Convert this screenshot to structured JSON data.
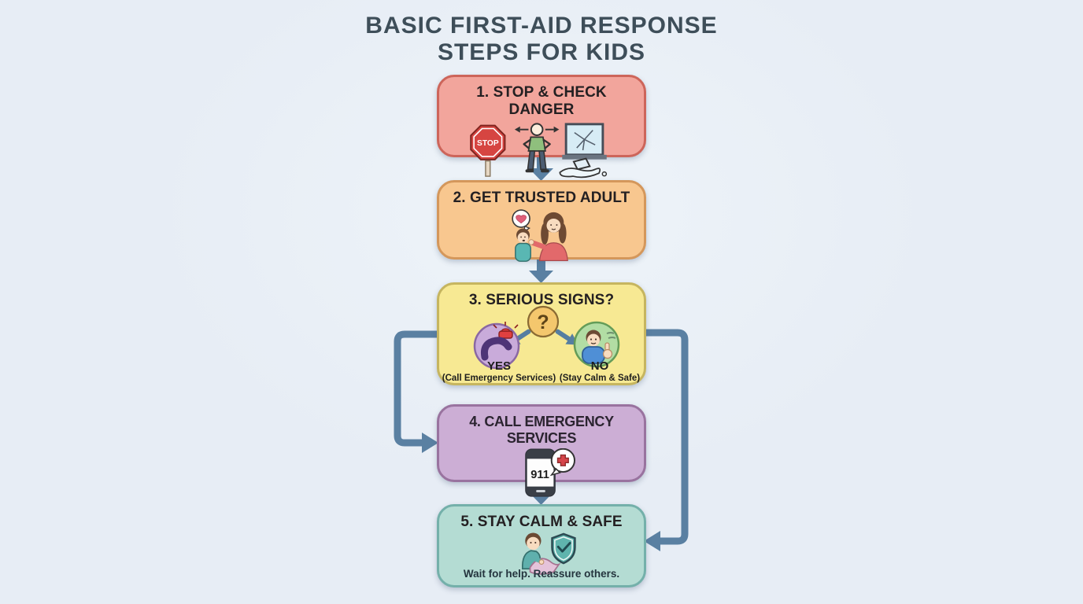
{
  "title": {
    "line1": "BASIC FIRST-AID RESPONSE",
    "line2": "STEPS FOR KIDS"
  },
  "steps": [
    {
      "label": "1. STOP & CHECK DANGER",
      "stop_sign_text": "STOP"
    },
    {
      "label": "2. GET TRUSTED ADULT"
    },
    {
      "label": "3. SERIOUS SIGNS?",
      "question_mark": "?",
      "yes": {
        "label": "YES",
        "sublabel": "(Call Emergency Services)"
      },
      "no": {
        "label": "NO",
        "sublabel": "(Stay Calm & Safe)"
      }
    },
    {
      "label": "4. CALL EMERGENCY SERVICES",
      "phone_screen_text": "911"
    },
    {
      "label": "5. STAY CALM & SAFE",
      "note": "Wait for help. Reassure others."
    }
  ],
  "colors": {
    "background": "#e9eff6",
    "title_text": "#3e4e59",
    "connector": "#5a80a2",
    "step1": {
      "fill": "#f2a59c",
      "border": "#cd655a"
    },
    "step2": {
      "fill": "#f8c78f",
      "border": "#d4975b"
    },
    "step3": {
      "fill": "#f7e993",
      "border": "#c6b55f"
    },
    "step4": {
      "fill": "#ccaed5",
      "border": "#99739f"
    },
    "step5": {
      "fill": "#b4dcd3",
      "border": "#74b0aa"
    }
  }
}
